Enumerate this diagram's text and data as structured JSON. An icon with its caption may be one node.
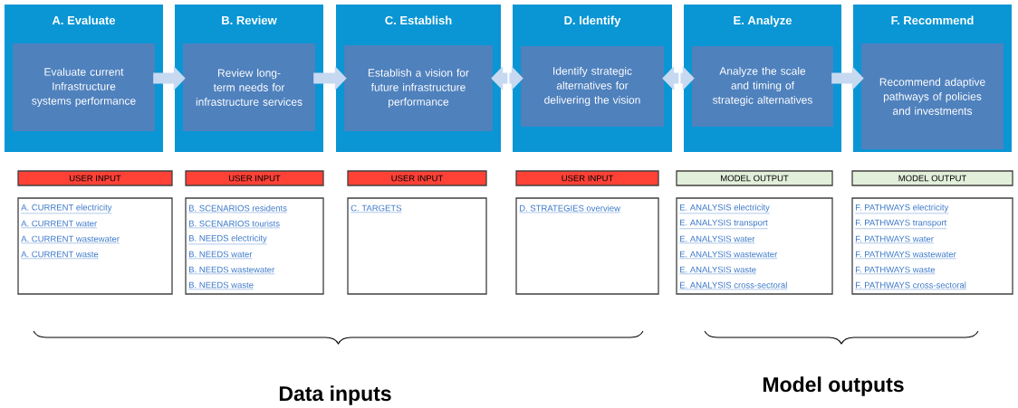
{
  "diagram": {
    "nodes": [
      {
        "text": [
          "A. Evaluate"
        ]
      },
      {
        "text": [
          "Evaluate current Infrastructure systems performance"
        ],
        "in": 0
      },
      {
        "text": [
          "B. Review"
        ]
      },
      {
        "text": [
          "Review long-term needs for infrastructure services"
        ],
        "in": 2
      },
      {
        "text": [
          "C. Establish"
        ]
      },
      {
        "text": [
          "Establish a vision for future infrastructure performance"
        ],
        "in": 4
      },
      {
        "text": [
          "D. Identify"
        ]
      },
      {
        "text": [
          "Identify strategic alternatives for delivering the vision"
        ],
        "in": 6
      },
      {
        "text": [
          "E. Analyze"
        ]
      },
      {
        "text": [
          "Analyze the scale and timing of strategic alternatives"
        ],
        "in": 8
      },
      {
        "text": [
          "F. Recommend"
        ]
      },
      {
        "text": [
          "Recommend adaptive pathways of policies and investments"
        ],
        "in": 10
      },
      {
        "text": [
          "USER INPUT",
          "A. CURRENT electricity",
          "A. CURRENT water",
          "A. CURRENT wastewater",
          "A. CURRENT waste"
        ]
      },
      {
        "text": [
          "USER INPUT",
          "B. SCENARIOS residents",
          "B. SCENARIOS tourists",
          "B. NEEDS electricity",
          "B. NEEDS water",
          "B. NEEDS wastewater",
          "B. NEEDS waste"
        ]
      },
      {
        "text": [
          "USER INPUT",
          "C. TARGETS"
        ]
      },
      {
        "text": [
          "USER INPUT",
          "D. STRATEGIES overview"
        ]
      },
      {
        "text": [
          "MODEL OUTPUT",
          "E. ANALYSIS electricity",
          "E. ANALYSIS transport",
          "E. ANALYSIS water",
          "E. ANALYSIS wastewater",
          "E. ANALYSIS waste",
          "E. ANALYSIS cross-sectoral"
        ]
      },
      {
        "text": [
          "MODEL OUTPUT",
          "F. PATHWAYS electricity",
          "F. PATHWAYS transport",
          "F. PATHWAYS water",
          "F. PATHWAYS wastewater",
          "F. PATHWAYS waste",
          "F. PATHWAYS cross-sectoral"
        ]
      }
    ],
    "edges": [
      {
        "from": 0,
        "to": 2,
        "arrow": "to"
      },
      {
        "from": 2,
        "to": 4,
        "arrow": "to"
      },
      {
        "from": 4,
        "to": 6,
        "arrow": "both",
        "style": "dashed"
      },
      {
        "from": 6,
        "to": 8,
        "arrow": "both",
        "style": "dashed"
      },
      {
        "from": 8,
        "to": 10,
        "arrow": "to"
      }
    ],
    "labels": [
      "Data inputs",
      "Model outputs"
    ]
  }
}
